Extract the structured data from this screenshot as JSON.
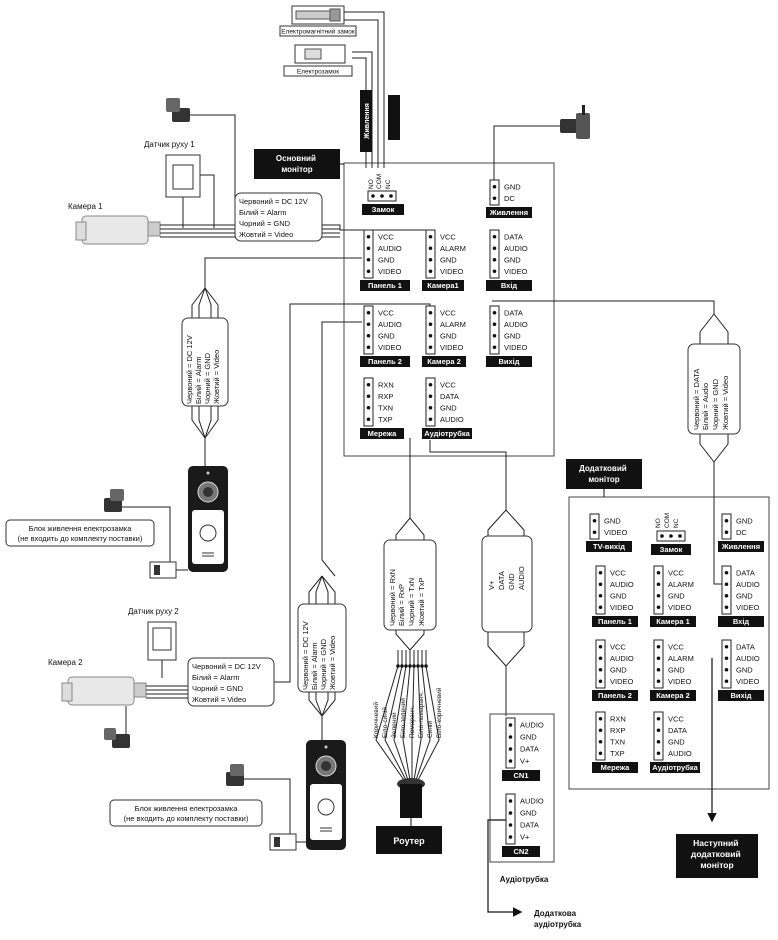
{
  "top": {
    "emag_lock": "Електромагнітний замок",
    "elock": "Електрозамок",
    "power_bar": "Живлення"
  },
  "main_monitor_title": "Основний\nмонітор",
  "add_monitor_title": "Додатковий\nмонітор",
  "next_monitor": "Наступний\nдодатковий\nмонітор",
  "router": "Роутер",
  "audio_tube_label": "Аудіотрубка",
  "add_audio_tube": "Додаткова\nаудіотрубка",
  "motion1": "Датчик руху 1",
  "motion2": "Датчик руху 2",
  "camera1": "Камера  1",
  "camera2": "Камера 2",
  "psu_note": "Блок живлення електрозамка\n(не входить до комплекту поставки)",
  "cam_legend": [
    "Червоний = DC 12V",
    "Білий = Alarm",
    "Чорний = GND",
    "Жовтий = Video"
  ],
  "panel_legend": [
    "Червоний = DC 12V",
    "Білий = Alarm",
    "Чорний = GND",
    "Жовтий = Video"
  ],
  "out_legend": [
    "Червоний = DATA",
    "Білий = Audio",
    "Чорний = GND",
    "Жовтий = Video"
  ],
  "net_legend": [
    "Червоний = RxN",
    "Білий = RxP",
    "Чорний = TxN",
    "Жовтий = TxP"
  ],
  "tube_legend": [
    "V+",
    "DATA",
    "GND",
    "AUDIO"
  ],
  "router_wires": [
    "Коричневий",
    "Біло-синій",
    "Зелений",
    "Біло-зелений",
    "Помаранч.",
    "Біло-помаранч.",
    "Синій",
    "Біло-коричневий"
  ],
  "lock_pins": [
    "NO",
    "COM",
    "NC"
  ],
  "blocks": {
    "zamok": {
      "title": "Замок"
    },
    "power": {
      "title": "Живлення",
      "pins": [
        "GND",
        "DC"
      ]
    },
    "panel1": {
      "title": "Панель 1",
      "pins": [
        "VCC",
        "AUDIO",
        "GND",
        "VIDEO"
      ]
    },
    "cam1": {
      "title": "Камера1",
      "pins": [
        "VCC",
        "ALARM",
        "GND",
        "VIDEO"
      ]
    },
    "vhid": {
      "title": "Вхід",
      "pins": [
        "DATA",
        "AUDIO",
        "GND",
        "VIDEO"
      ]
    },
    "panel2": {
      "title": "Панель 2",
      "pins": [
        "VCC",
        "AUDIO",
        "GND",
        "VIDEO"
      ]
    },
    "cam2": {
      "title": "Камера 2",
      "pins": [
        "VCC",
        "ALARM",
        "GND",
        "VIDEO"
      ]
    },
    "vyhid": {
      "title": "Вихід",
      "pins": [
        "DATA",
        "AUDIO",
        "GND",
        "VIDEO"
      ]
    },
    "net": {
      "title": "Мережа",
      "pins": [
        "RXN",
        "RXP",
        "TXN",
        "TXP"
      ]
    },
    "tube": {
      "title": "Аудіотрубка",
      "pins": [
        "VCC",
        "DATA",
        "GND",
        "AUDIO"
      ]
    }
  },
  "add_blocks": {
    "tv": {
      "title": "TV-вихід",
      "pins": [
        "GND",
        "VIDEO"
      ]
    },
    "zamok": {
      "title": "Замок"
    },
    "power": {
      "title": "Живлення",
      "pins": [
        "GND",
        "DC"
      ]
    },
    "panel1": {
      "title": "Панель 1",
      "pins": [
        "VCC",
        "AUDIO",
        "GND",
        "VIDEO"
      ]
    },
    "cam1": {
      "title": "Камера 1",
      "pins": [
        "VCC",
        "ALARM",
        "GND",
        "VIDEO"
      ]
    },
    "vhid": {
      "title": "Вхід",
      "pins": [
        "DATA",
        "AUDIO",
        "GND",
        "VIDEO"
      ]
    },
    "panel2": {
      "title": "Панель 2",
      "pins": [
        "VCC",
        "AUDIO",
        "GND",
        "VIDEO"
      ]
    },
    "cam2": {
      "title": "Камера 2",
      "pins": [
        "VCC",
        "ALARM",
        "GND",
        "VIDEO"
      ]
    },
    "vyhid": {
      "title": "Вихід",
      "pins": [
        "DATA",
        "AUDIO",
        "GND",
        "VIDEO"
      ]
    },
    "net": {
      "title": "Мережа",
      "pins": [
        "RXN",
        "RXP",
        "TXN",
        "TXP"
      ]
    },
    "tube": {
      "title": "Аудіотрубка",
      "pins": [
        "VCC",
        "DATA",
        "GND",
        "AUDIO"
      ]
    }
  },
  "cn1": {
    "title": "CN1",
    "pins": [
      "AUDIO",
      "GND",
      "DATA",
      "V+"
    ]
  },
  "cn2": {
    "title": "CN2",
    "pins": [
      "AUDIO",
      "GND",
      "DATA",
      "V+"
    ]
  }
}
